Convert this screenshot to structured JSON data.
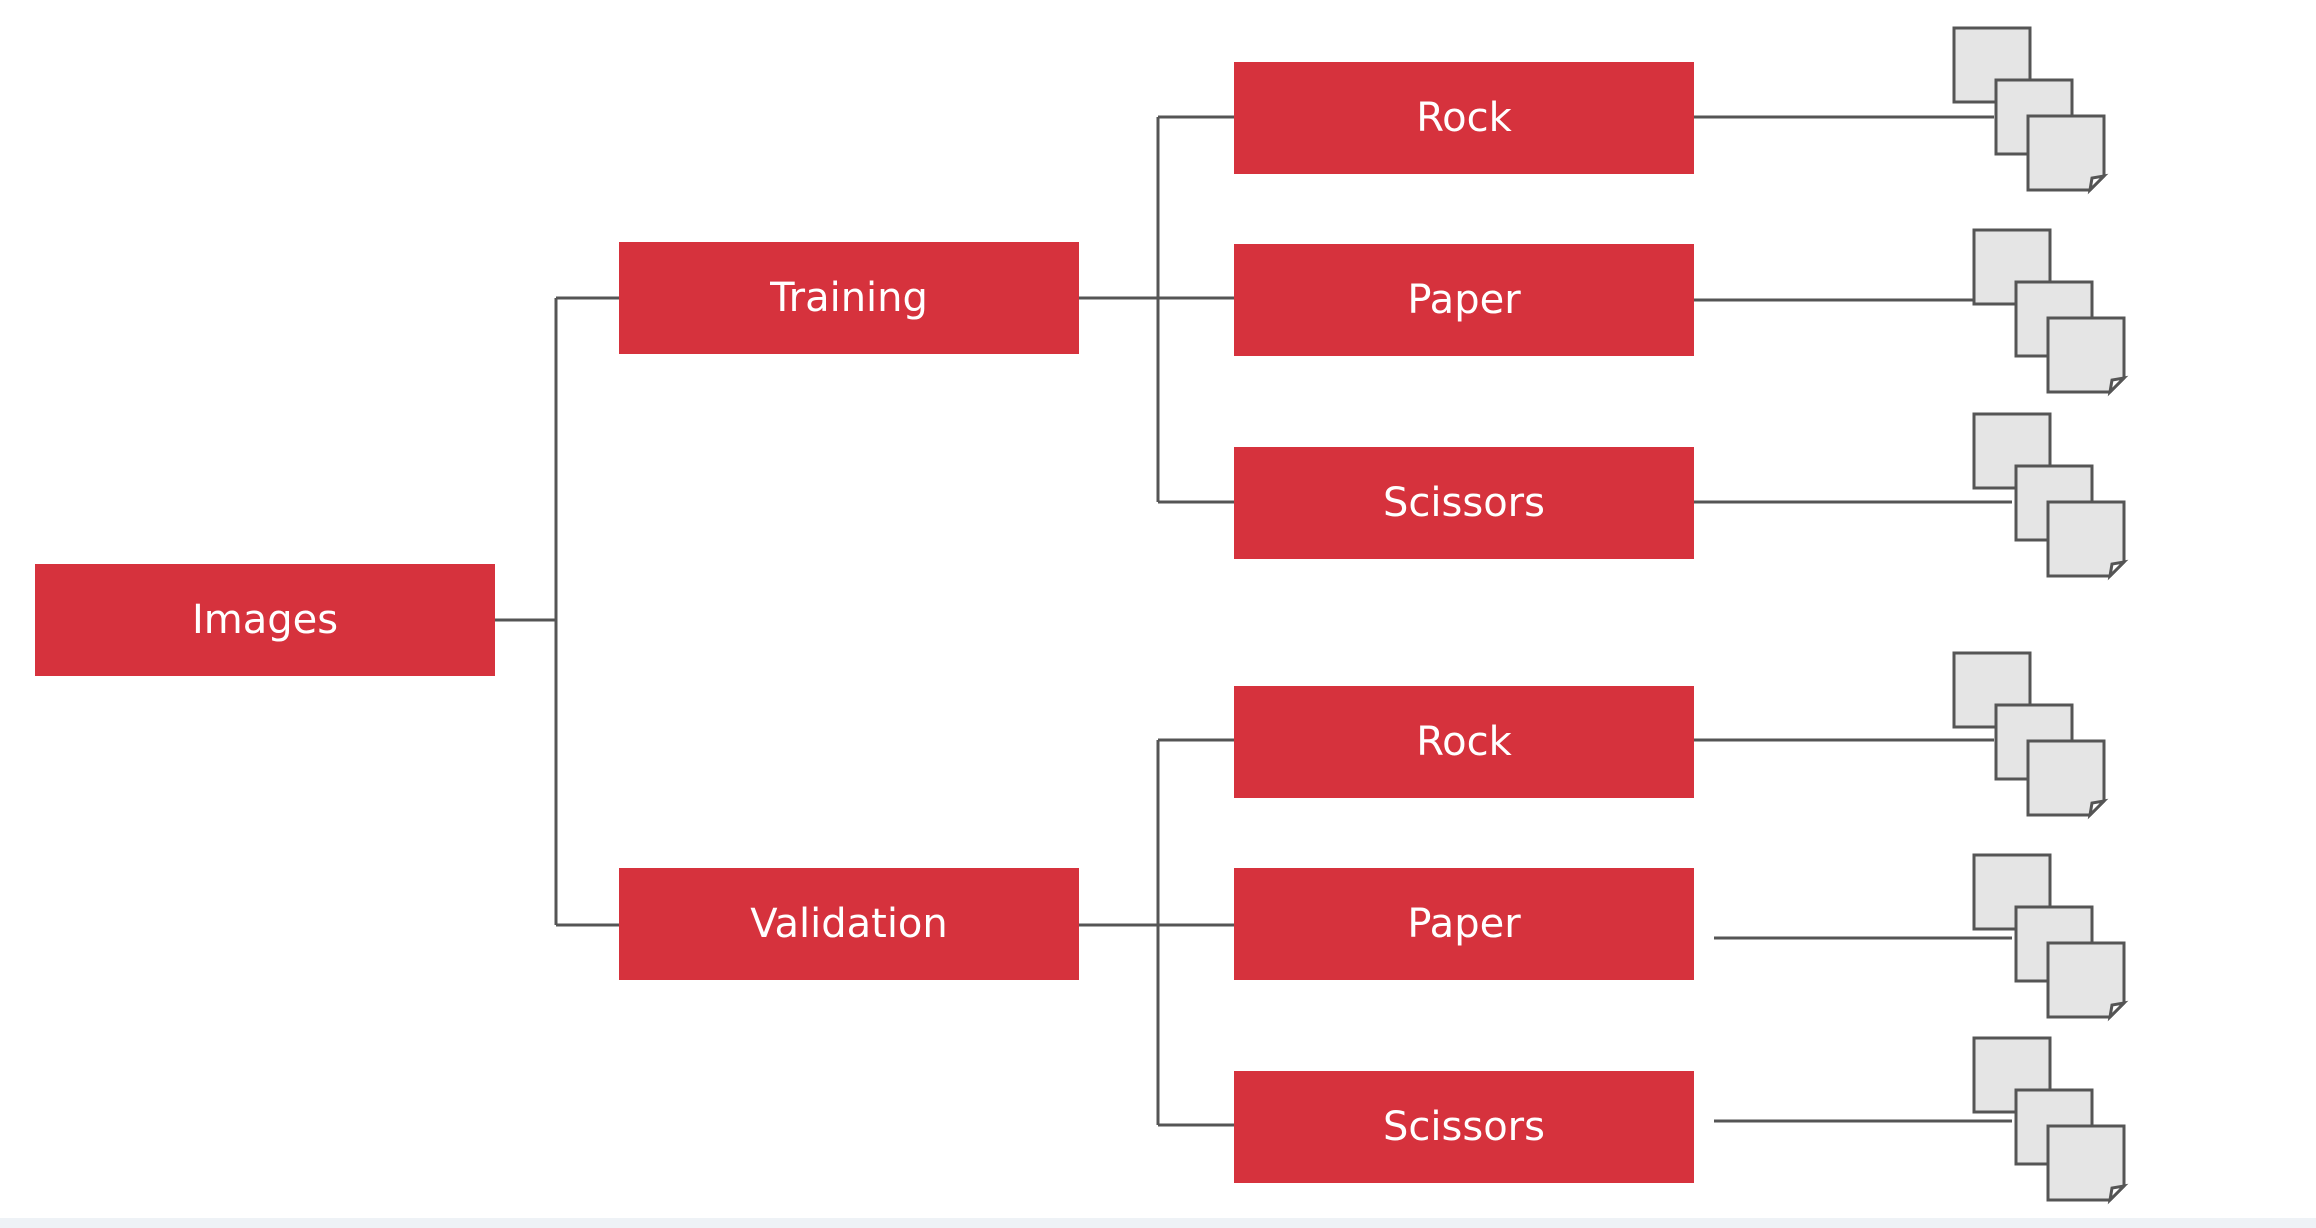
{
  "colors": {
    "node": "#d6323d",
    "line": "#555555",
    "file": "#e5e5e5"
  },
  "diagram": {
    "root": "Images",
    "splits": [
      {
        "label": "Training",
        "classes": [
          "Rock",
          "Paper",
          "Scissors"
        ]
      },
      {
        "label": "Validation",
        "classes": [
          "Rock",
          "Paper",
          "Scissors"
        ]
      }
    ],
    "file_icon": "image-files-icon"
  }
}
